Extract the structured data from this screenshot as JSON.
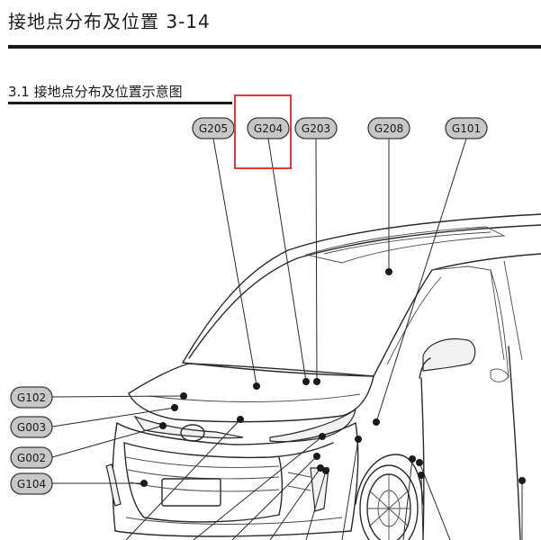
{
  "header": {
    "title": "接地点分布及位置 3-14",
    "section": "3.1 接地点分布及位置示意图"
  },
  "labels": {
    "g205": "G205",
    "g204": "G204",
    "g203": "G203",
    "g208": "G208",
    "g101": "G101",
    "g102": "G102",
    "g003": "G003",
    "g002": "G002",
    "g104": "G104"
  },
  "colors": {
    "highlight": "#e0393b",
    "pill_fill": "#c7c7c7",
    "ink": "#1a1a1a"
  },
  "highlighted_label": "G204"
}
